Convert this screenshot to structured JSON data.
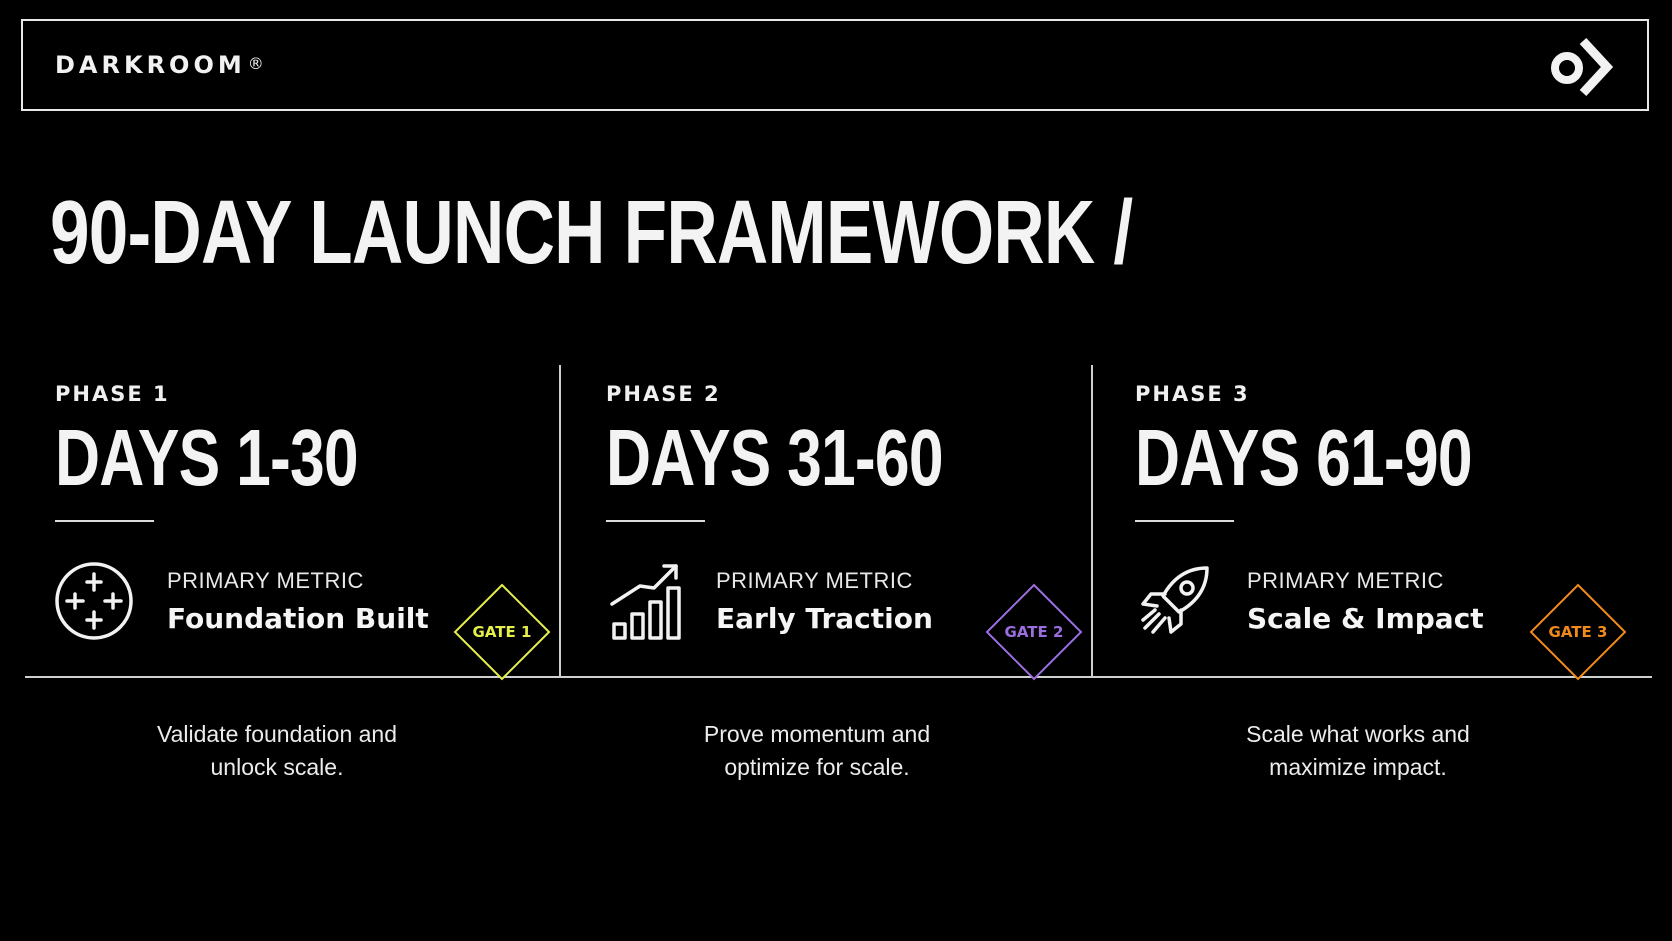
{
  "header": {
    "brand_name": "DARKROOM",
    "brand_mark": "®",
    "logo_icon": "darkroom-o-chevron-logo"
  },
  "title": "90-DAY LAUNCH FRAMEWORK /",
  "colors": {
    "background": "#000000",
    "text": "#ffffff",
    "gate_1": "#e6f04a",
    "gate_2": "#9b6fe0",
    "gate_3": "#f08a1c"
  },
  "phases": [
    {
      "label": "PHASE 1",
      "days": "DAYS 1-30",
      "metric_kicker": "PRIMARY METRIC",
      "metric_value": "Foundation Built",
      "icon": "crosshair-target-icon",
      "gate": "GATE 1",
      "desc_line1": "Validate foundation and",
      "desc_line2": "unlock scale."
    },
    {
      "label": "PHASE 2",
      "days": "DAYS 31-60",
      "metric_kicker": "PRIMARY METRIC",
      "metric_value": "Early Traction",
      "icon": "growth-bar-chart-icon",
      "gate": "GATE 2",
      "desc_line1": "Prove momentum and",
      "desc_line2": "optimize for scale."
    },
    {
      "label": "PHASE 3",
      "days": "DAYS 61-90",
      "metric_kicker": "PRIMARY METRIC",
      "metric_value": "Scale & Impact",
      "icon": "rocket-icon",
      "gate": "GATE 3",
      "desc_line1": "Scale what works and",
      "desc_line2": "maximize impact."
    }
  ]
}
